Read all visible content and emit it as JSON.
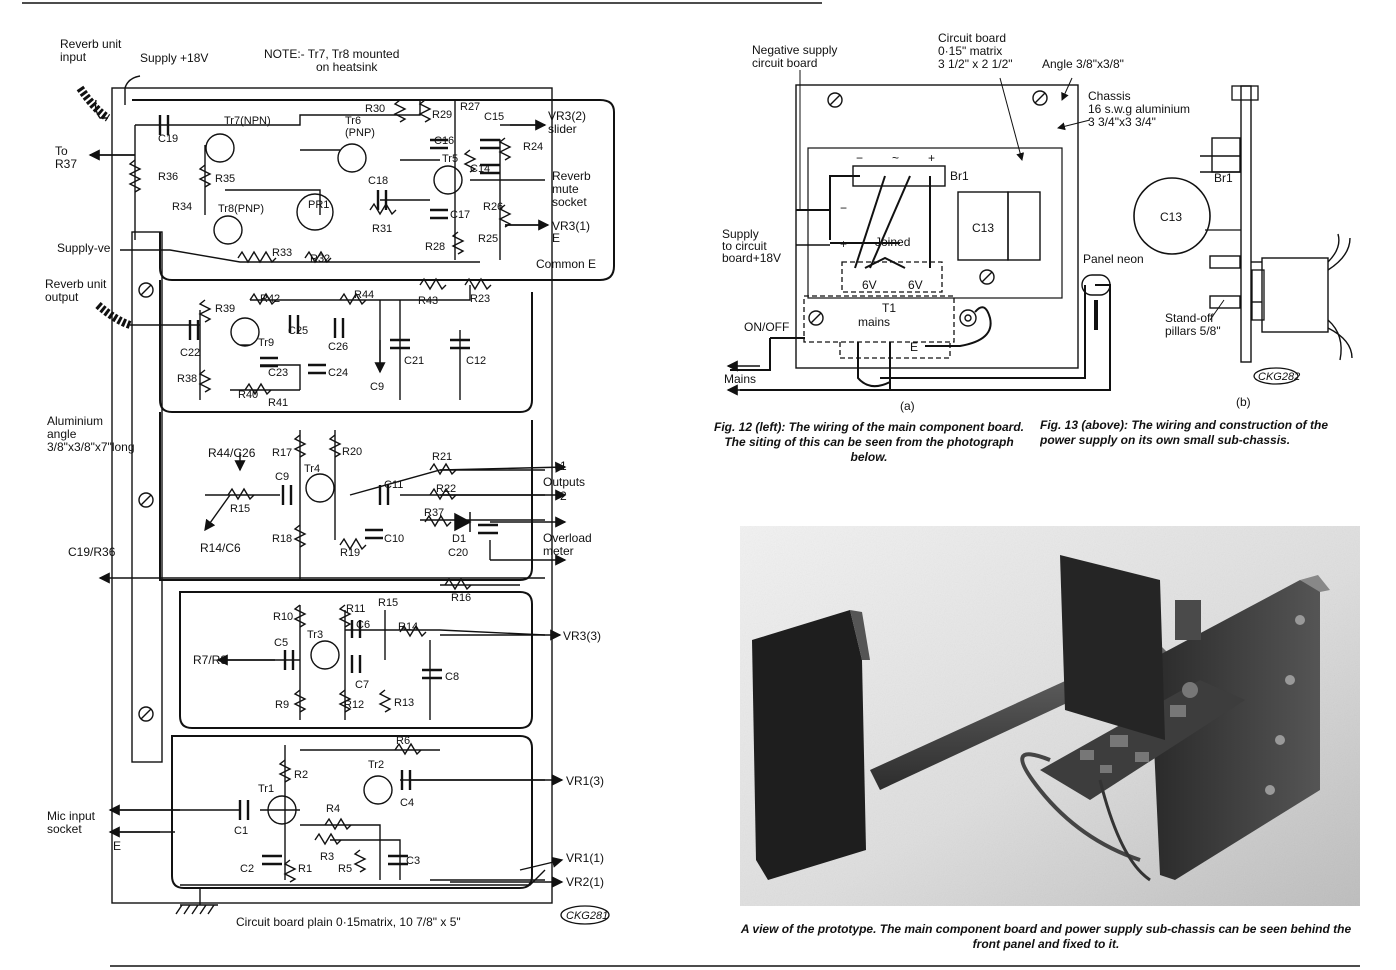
{
  "fig12": {
    "labels": {
      "reverb_in": "Reverb unit\ninput",
      "supply18": "Supply +18V",
      "note": "NOTE:- Tr7, Tr8 mounted\non heatsink",
      "to_r37": "To\nR37",
      "supply_ve": "Supply-ve",
      "reverb_out": "Reverb unit\noutput",
      "alu_angle": "Aluminium\nangle\n3/8\"x3/8\"x7\"long",
      "c19r36": "C19/R36",
      "r44c26": "R44/C26",
      "r14c6": "R14/C6",
      "r7r8": "R7/R8",
      "mic_input": "Mic input\nsocket",
      "e": "E",
      "vr3_slider": "VR3(2)\nslider",
      "reverb_mute": "Reverb\nmute\nsocket",
      "vr3_1": "VR3(1)\nE",
      "common_e": "Common E",
      "outputs": "Outputs",
      "out1": "1",
      "out2": "2",
      "overload": "Overload\nmeter",
      "vr3_3": "VR3(3)",
      "vr1_3": "VR1(3)",
      "vr1_1": "VR1(1)",
      "vr2_1": "VR2(1)",
      "board": "Circuit board plain 0·15matrix, 10 7/8\" x 5\"",
      "ref": "CKG281"
    },
    "components": [
      "Tr7(NPN)",
      "Tr6\n(PNP)",
      "Tr8(PNP)",
      "Tr5",
      "Tr9",
      "Tr4",
      "Tr3",
      "Tr2",
      "Tr1",
      "PR1",
      "C19",
      "R36",
      "R35",
      "R34",
      "R33",
      "R32",
      "R31",
      "R30",
      "R29",
      "R27",
      "C15",
      "C16",
      "C14",
      "C18",
      "C17",
      "R26",
      "R24",
      "R25",
      "R28",
      "R39",
      "R42",
      "R44",
      "C25",
      "C26",
      "C22",
      "R38",
      "C23",
      "C24",
      "R40",
      "R41",
      "C9",
      "R43",
      "R23",
      "C21",
      "C12",
      "R17",
      "R20",
      "R15",
      "C9",
      "C11",
      "R21",
      "R22",
      "R37",
      "D1",
      "R18",
      "C10",
      "R19",
      "C20",
      "R16",
      "R10",
      "R11",
      "R15",
      "C6",
      "R14",
      "C5",
      "C7",
      "C8",
      "R9",
      "R12",
      "R13",
      "R6",
      "R2",
      "C4",
      "R4",
      "C1",
      "R3",
      "C2",
      "R1",
      "R5",
      "C3"
    ],
    "caption": "Fig. 12 (left): The wiring of the main component board. The siting of this can be seen from the photograph below."
  },
  "fig13": {
    "labels": {
      "neg_supply": "Negative supply\ncircuit board",
      "circuit_board": "Circuit board\n0·15\" matrix\n3 1/2\" x 2 1/2\"",
      "angle": "Angle 3/8\"x3/8\"",
      "chassis": "Chassis\n16 s.w.g. aluminium\n3 3/4\"x3 3/4\"",
      "br1": "Br1",
      "br1b": "Br1",
      "c13": "C13",
      "c13b": "C13",
      "supply_to": "Supply\nto circuit\nboard+18V",
      "joined": "Joined",
      "v6a": "6V",
      "v6b": "6V",
      "t1": "T1\nmains",
      "e": "E",
      "onoff": "ON/OFF",
      "mains": "Mains",
      "panel_neon": "Panel neon",
      "standoff": "Stand-off\npillars 5/8\"",
      "ref": "CKG282",
      "sub_a": "(a)",
      "sub_b": "(b)",
      "bridge_minus": "−",
      "bridge_ac": "~",
      "bridge_plus": "+",
      "plus": "+",
      "minus": "−"
    },
    "caption": "Fig. 13 (above): The wiring and construction of the power supply on its own small sub-chassis."
  },
  "photo": {
    "caption": "A view of the prototype. The main component board and power supply sub-chassis can be seen behind the front panel and fixed to it."
  }
}
